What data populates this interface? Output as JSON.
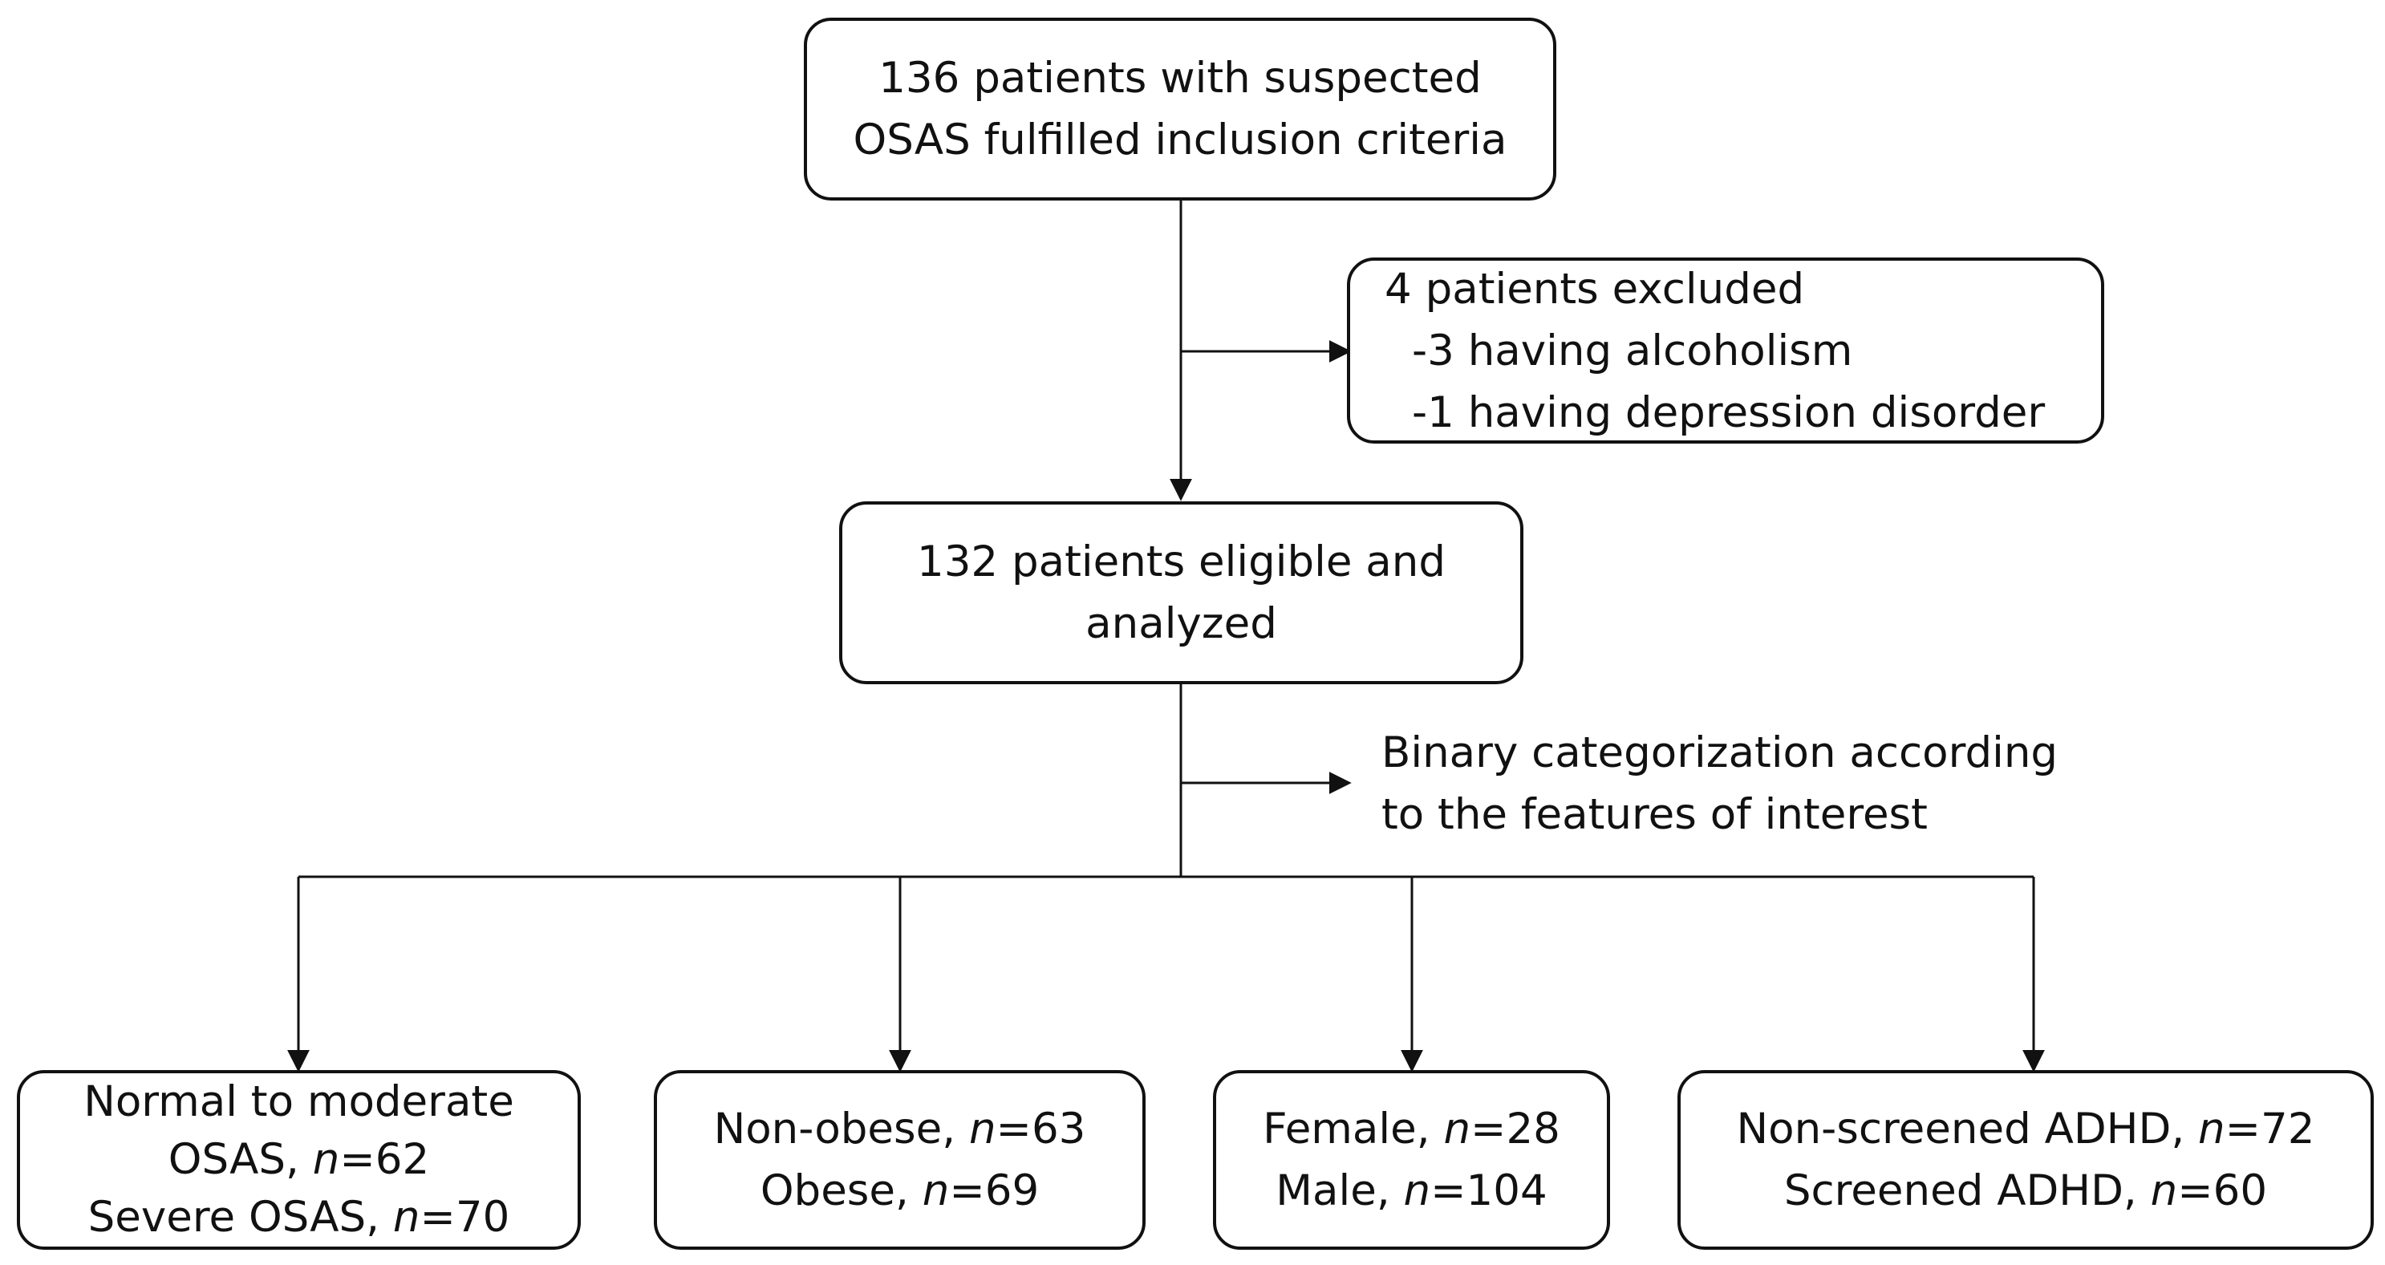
{
  "flowchart": {
    "start": {
      "lines": [
        "136 patients with suspected",
        "OSAS fulfilled inclusion criteria"
      ]
    },
    "excluded": {
      "title": "4 patients excluded",
      "items": [
        "-3 having alcoholism",
        "-1 having depression disorder"
      ]
    },
    "eligible": {
      "lines": [
        "132 patients eligible and",
        "analyzed"
      ]
    },
    "categorization": {
      "lines": [
        "Binary categorization according",
        "to the features of interest"
      ]
    },
    "outcomes": [
      {
        "name": "osas-severity",
        "rows": [
          {
            "label": "Normal to moderate",
            "n_symbol": "",
            "n_value": ""
          },
          {
            "label": "OSAS, ",
            "n_symbol": "n",
            "n_value": "=62"
          },
          {
            "label": "Severe OSAS, ",
            "n_symbol": "n",
            "n_value": "=70"
          }
        ]
      },
      {
        "name": "obesity",
        "rows": [
          {
            "label": "Non-obese, ",
            "n_symbol": "n",
            "n_value": "=63"
          },
          {
            "label": "Obese, ",
            "n_symbol": "n",
            "n_value": "=69"
          }
        ]
      },
      {
        "name": "sex",
        "rows": [
          {
            "label": "Female, ",
            "n_symbol": "n",
            "n_value": "=28"
          },
          {
            "label": "Male, ",
            "n_symbol": "n",
            "n_value": "=104"
          }
        ]
      },
      {
        "name": "adhd-screening",
        "rows": [
          {
            "label": "Non-screened ADHD, ",
            "n_symbol": "n",
            "n_value": "=72"
          },
          {
            "label": "Screened ADHD, ",
            "n_symbol": "n",
            "n_value": "=60"
          }
        ]
      }
    ]
  }
}
